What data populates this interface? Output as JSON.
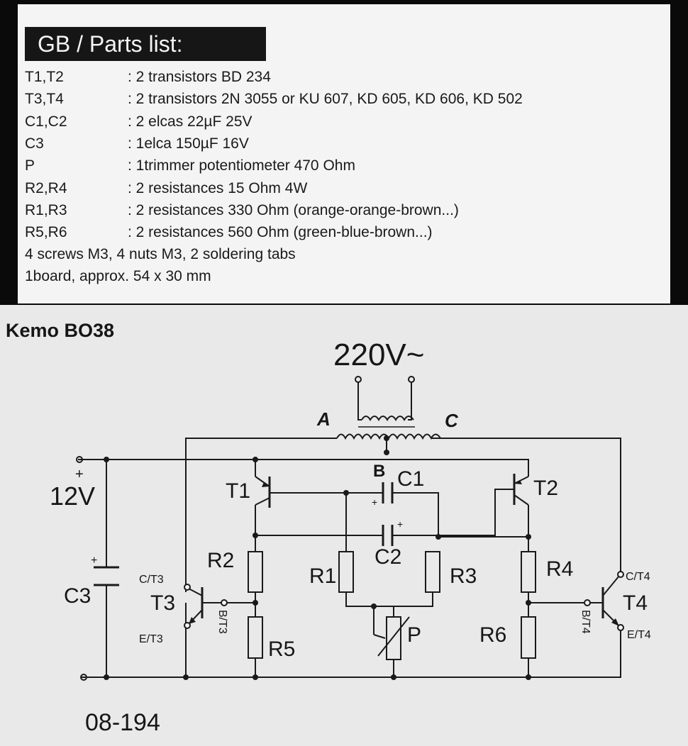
{
  "parts_list": {
    "title": "GB / Parts list:",
    "rows": [
      {
        "ref": "T1,T2",
        "desc": ": 2 transistors BD 234"
      },
      {
        "ref": "T3,T4",
        "desc": ": 2 transistors 2N 3055 or KU 607, KD 605, KD 606, KD 502"
      },
      {
        "ref": "C1,C2",
        "desc": ": 2 elcas 22µF 25V"
      },
      {
        "ref": "C3",
        "desc": ": 1elca 150µF 16V"
      },
      {
        "ref": "P",
        "desc": ": 1trimmer potentiometer 470 Ohm"
      },
      {
        "ref": "R2,R4",
        "desc": ": 2 resistances 15 Ohm 4W"
      },
      {
        "ref": "R1,R3",
        "desc": ": 2 resistances 330 Ohm (orange-orange-brown...)"
      },
      {
        "ref": "R5,R6",
        "desc": ": 2 resistances 560 Ohm (green-blue-brown...)"
      }
    ],
    "extra": [
      "4 screws M3, 4 nuts M3, 2 soldering tabs",
      "1board, approx. 54 x 30 mm"
    ],
    "ghost_text": [
      "",
      "",
      "",
      "",
      "",
      "",
      "",
      "",
      "",
      "",
      "",
      ""
    ]
  },
  "schematic": {
    "kit_name": "Kemo BO38",
    "ac_label": "220V~",
    "tap_a": "A",
    "tap_b": "B",
    "tap_c": "C",
    "dc_label": "12V",
    "plus": "+",
    "doc_number": "08-194",
    "components": {
      "t1": "T1",
      "t2": "T2",
      "t3": "T3",
      "t4": "T4",
      "c1": "C1",
      "c2": "C2",
      "c3": "C3",
      "r1": "R1",
      "r2": "R2",
      "r3": "R3",
      "r4": "R4",
      "r5": "R5",
      "r6": "R6",
      "p": "P"
    },
    "pins": {
      "c_t3": "C/T3",
      "e_t3": "E/T3",
      "b_t3": "B/T3",
      "c_t4": "C/T4",
      "e_t4": "E/T4",
      "b_t4": "B/T4"
    }
  }
}
